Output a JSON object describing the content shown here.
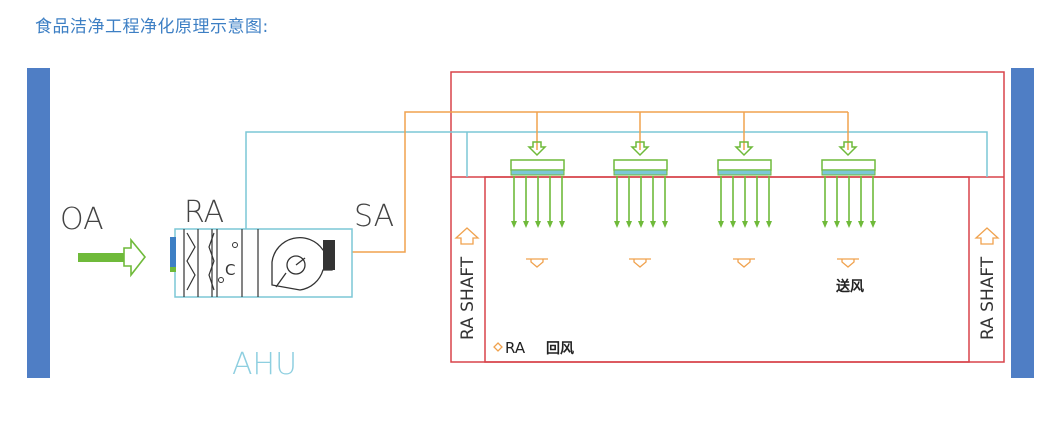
{
  "title": "食品洁净工程净化原理示意图:",
  "labels": {
    "oa": "OA",
    "ra": "RA",
    "sa": "SA",
    "ahu": "AHU",
    "ra_shaft_left": "RA SHAFT",
    "ra_shaft_right": "RA SHAFT",
    "supply_air": "送风",
    "return_air_code": "RA",
    "return_air": "回风",
    "fan_coil_symbol": "C"
  },
  "colors": {
    "title": "#3d7fc4",
    "side_bar": "#4f7ec5",
    "cyan_duct": "#7cc7d6",
    "orange_duct": "#f0a24e",
    "room_border": "#d8434a",
    "green_arrow": "#6fba3a",
    "outline_arrow": "#f0a24e"
  },
  "diffusers": [
    {
      "id": "diffuser-1"
    },
    {
      "id": "diffuser-2"
    },
    {
      "id": "diffuser-3"
    },
    {
      "id": "diffuser-4"
    }
  ]
}
